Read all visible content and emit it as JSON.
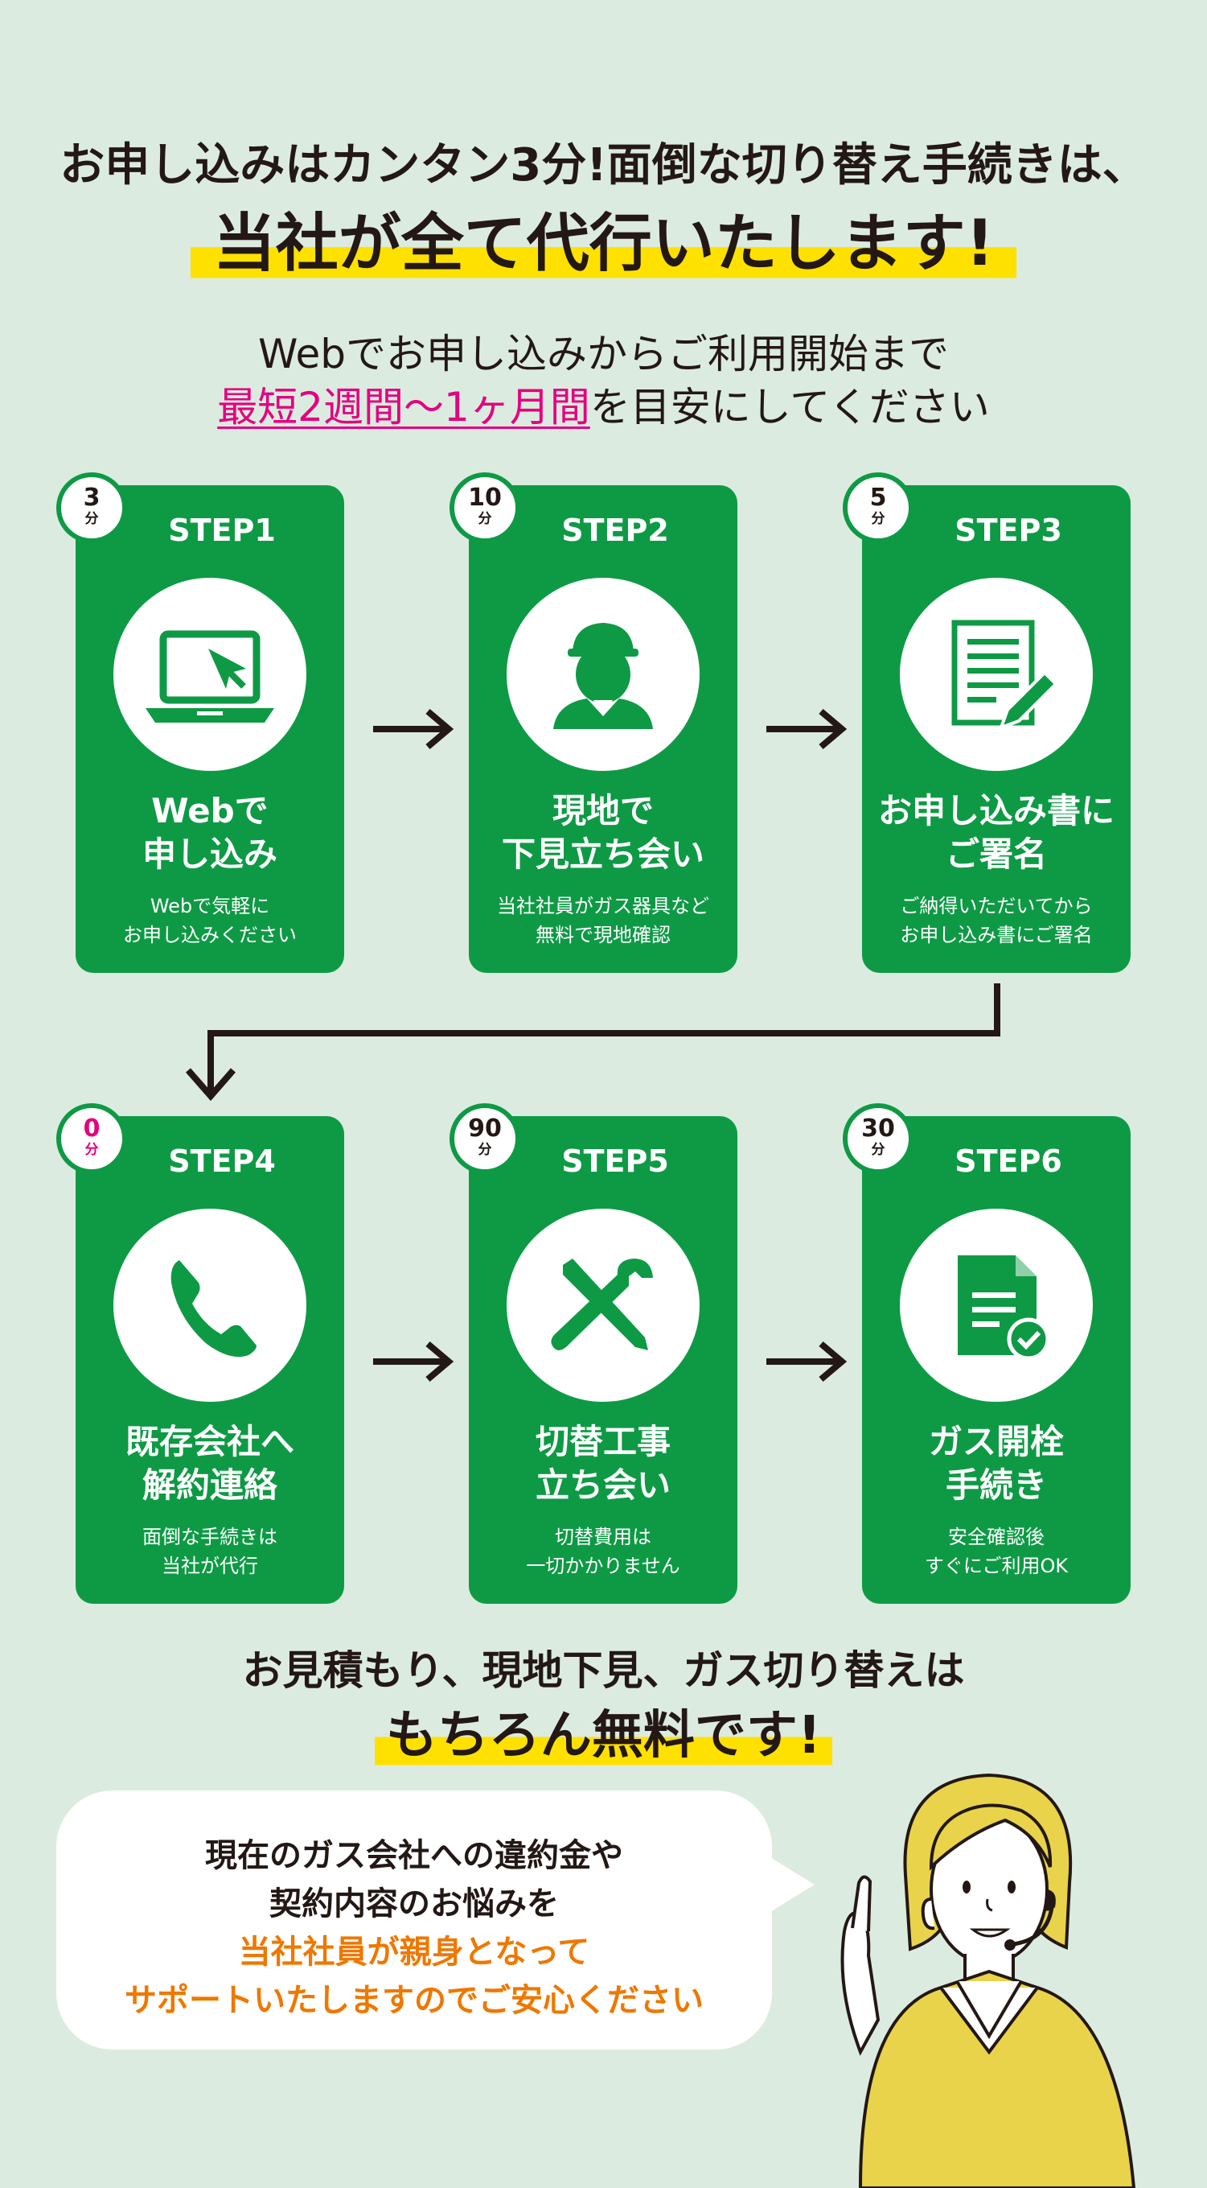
{
  "header": {
    "line1": "お申し込みはカンタン3分!面倒な切り替え手続きは、",
    "line2": "当社が全て代行いたします!",
    "sub_line1": "Webでお申し込みからご利用開始まで",
    "sub_line2_highlight": "最短2週間〜1ヶ月間",
    "sub_line2_rest": "を目安にしてください"
  },
  "steps": [
    {
      "badge_num": "3",
      "badge_unit": "分",
      "label": "STEP1",
      "icon": "laptop-cursor-icon",
      "title1": "Webで",
      "title2": "申し込み",
      "desc1": "Webで気軽に",
      "desc2": "お申し込みください"
    },
    {
      "badge_num": "10",
      "badge_unit": "分",
      "label": "STEP2",
      "icon": "worker-icon",
      "title1": "現地で",
      "title2": "下見立ち会い",
      "desc1": "当社社員がガス器具など",
      "desc2": "無料で現地確認"
    },
    {
      "badge_num": "5",
      "badge_unit": "分",
      "label": "STEP3",
      "icon": "document-pen-icon",
      "title1": "お申し込み書に",
      "title2": "ご署名",
      "desc1": "ご納得いただいてから",
      "desc2": "お申し込み書にご署名"
    },
    {
      "badge_num": "0",
      "badge_unit": "分",
      "label": "STEP4",
      "icon": "phone-icon",
      "title1": "既存会社へ",
      "title2": "解約連絡",
      "desc1": "面倒な手続きは",
      "desc2": "当社が代行"
    },
    {
      "badge_num": "90",
      "badge_unit": "分",
      "label": "STEP5",
      "icon": "tools-icon",
      "title1": "切替工事",
      "title2": "立ち会い",
      "desc1": "切替費用は",
      "desc2": "一切かかりません"
    },
    {
      "badge_num": "30",
      "badge_unit": "分",
      "label": "STEP6",
      "icon": "document-check-icon",
      "title1": "ガス開栓",
      "title2": "手続き",
      "desc1": "安全確認後",
      "desc2": "すぐにご利用OK"
    }
  ],
  "footer": {
    "line1": "お見積もり、現地下見、ガス切り替えは",
    "line2": "もちろん無料です!"
  },
  "bubble": {
    "line1": "現在のガス会社への違約金や",
    "line2": "契約内容のお悩みを",
    "line3": "当社社員が親身となって",
    "line4": "サポートいたしますのでご安心ください"
  },
  "colors": {
    "background": "#dcebdf",
    "step_green": "#0e9a45",
    "highlight_yellow": "#ffe100",
    "pink": "#e4007f",
    "orange": "#ee7800",
    "jacket": "#e9d34a"
  }
}
